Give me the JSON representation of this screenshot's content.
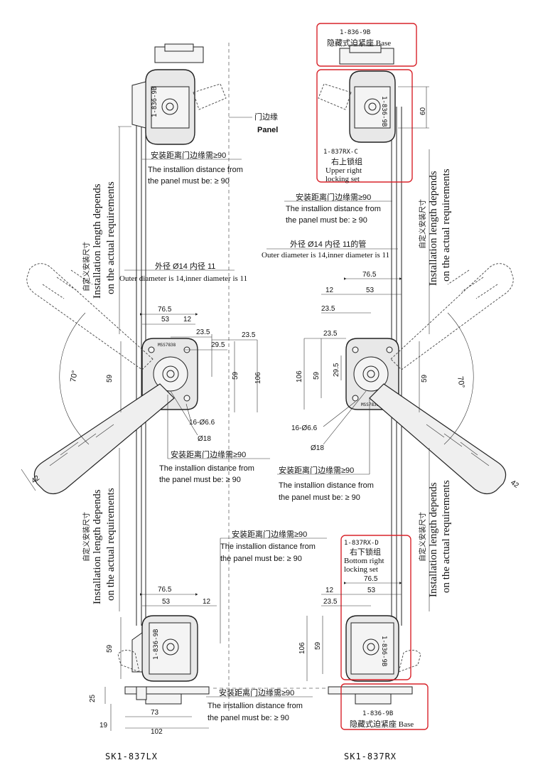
{
  "common": {
    "install_cn": "安装距离门边缘需≥90",
    "install_en1": "The installion distance from",
    "install_en2": "the panel must be: ≥ 90",
    "custom_cn": "自定义安装尺寸",
    "custom_en1": "Installation length depends",
    "custom_en2": "on the actual requirements",
    "tube_cn": "外径 Ø14 内径 11",
    "tube_cn_right": "外径 Ø14 内径 11的管",
    "tube_en": "Outer diameter is 14,inner diameter is 11",
    "panel_cn": "门边缘",
    "panel_en": "Panel",
    "angle": "70°"
  },
  "dims": {
    "d76": "76.5",
    "d53": "53",
    "d12": "12",
    "d235": "23.5",
    "d295": "29.5",
    "d59": "59",
    "d106": "106",
    "d42": "42",
    "d166": "16-Ø6.6",
    "d18": "Ø18",
    "d60": "60",
    "d25": "25",
    "d73": "73",
    "d102": "102",
    "d19": "19"
  },
  "parts": {
    "base_top_code": "1-836-9B",
    "base_top_name": "隐藏式迫紧座 Base",
    "upper_code": "1-837RX-C",
    "upper_cn": "右上锁组",
    "upper_en1": "Upper right",
    "upper_en2": "locking set",
    "lower_code": "1-837RX-D",
    "lower_cn": "右下锁组",
    "lower_en1": "Bottom right",
    "lower_en2": "locking set",
    "base_bot_code": "1-836-9B",
    "base_bot_name": "隐藏式迫紧座 Base"
  },
  "models": {
    "left": "SK1-837LX",
    "right": "SK1-837RX"
  }
}
